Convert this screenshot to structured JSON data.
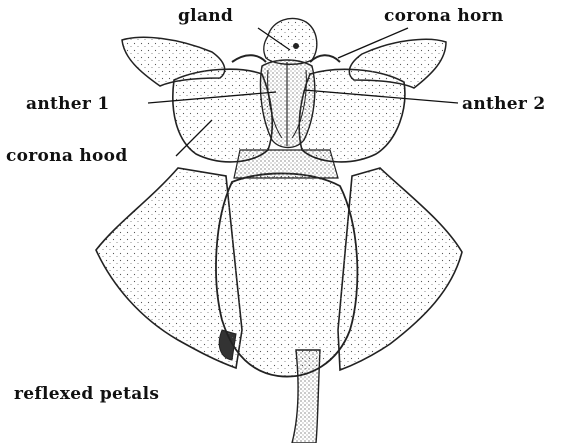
{
  "labels": {
    "gland": "gland",
    "corona_horn": "corona horn",
    "anther_1": "anther 1",
    "anther_2": "anther 2",
    "corona_hood": "corona hood",
    "reflexed_petals": "reflexed petals"
  },
  "colors": {
    "ink": "#1a1a1a",
    "paper": "#ffffff",
    "stipple": "#555555"
  }
}
